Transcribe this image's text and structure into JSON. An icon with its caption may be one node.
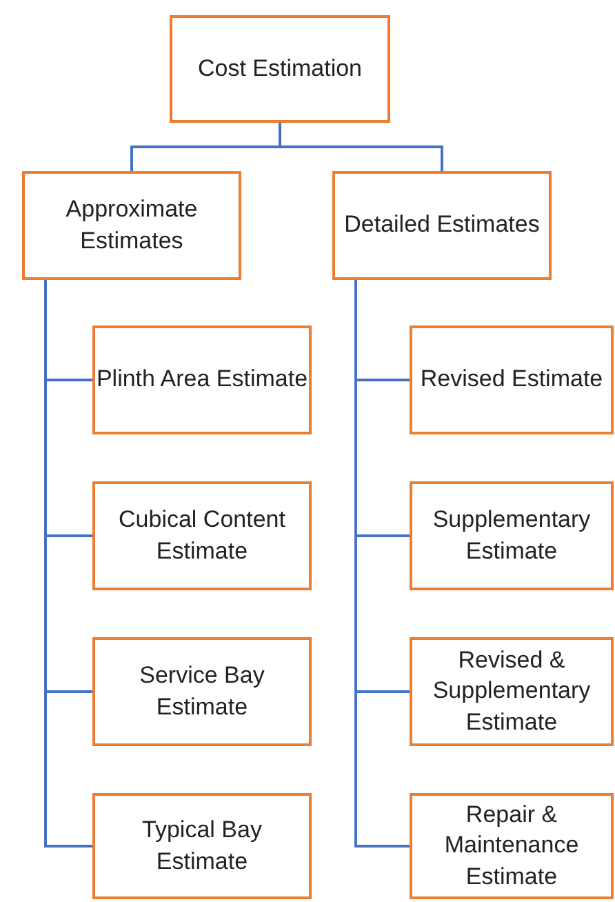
{
  "diagram": {
    "nodes": [
      {
        "text": [
          "Cost Estimation"
        ]
      },
      {
        "text": [
          "Approximate Estimates"
        ]
      },
      {
        "text": [
          "Detailed Estimates"
        ]
      },
      {
        "text": [
          "Plinth Area Estimate"
        ]
      },
      {
        "text": [
          "Cubical Content Estimate"
        ]
      },
      {
        "text": [
          "Service Bay Estimate"
        ]
      },
      {
        "text": [
          "Typical Bay Estimate"
        ]
      },
      {
        "text": [
          "Revised Estimate"
        ]
      },
      {
        "text": [
          "Supplementary Estimate"
        ]
      },
      {
        "text": [
          "Revised & Supplementary Estimate"
        ]
      },
      {
        "text": [
          "Repair & Maintenance Estimate"
        ]
      }
    ],
    "edges": [
      {
        "from": 0,
        "to": 1,
        "arrow": "none"
      },
      {
        "from": 0,
        "to": 2,
        "arrow": "none"
      },
      {
        "from": 1,
        "to": 3,
        "arrow": "none"
      },
      {
        "from": 1,
        "to": 4,
        "arrow": "none"
      },
      {
        "from": 1,
        "to": 5,
        "arrow": "none"
      },
      {
        "from": 1,
        "to": 6,
        "arrow": "none"
      },
      {
        "from": 2,
        "to": 7,
        "arrow": "none"
      },
      {
        "from": 2,
        "to": 8,
        "arrow": "none"
      },
      {
        "from": 2,
        "to": 9,
        "arrow": "none"
      },
      {
        "from": 2,
        "to": 10,
        "arrow": "none"
      }
    ]
  }
}
